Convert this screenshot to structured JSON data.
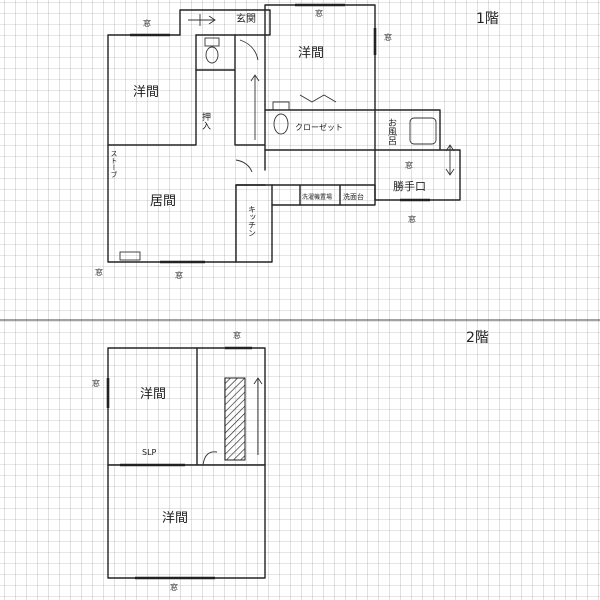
{
  "floors": {
    "first": {
      "label": "1階"
    },
    "second": {
      "label": "2階"
    }
  },
  "rooms_first": {
    "youma_left": "洋間",
    "youma_right": "洋間",
    "genkan": "玄関",
    "oshiire": "押入",
    "closet": "クローゼット",
    "ofuro": "お風呂",
    "katteguchi": "勝手口",
    "kyoma": "居間",
    "kitchen": "キッチン",
    "stove": "ストーブ",
    "sentakuki": "洗濯機置場",
    "senmendai": "洗面台"
  },
  "rooms_second": {
    "youma_upper": "洋間",
    "youma_lower": "洋間",
    "slope": "SLP"
  },
  "window_label": "窓"
}
